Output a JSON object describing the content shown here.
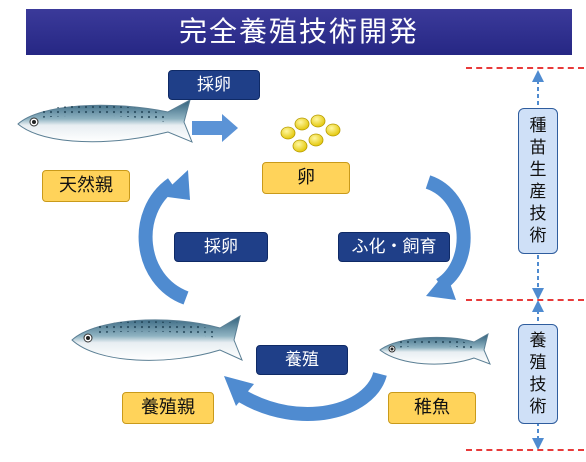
{
  "title": "完全養殖技術開発",
  "labels": {
    "saisan_top": "採卵",
    "wild_parent": "天然親",
    "egg": "卵",
    "saisan_left": "採卵",
    "hatch_feed": "ふ化・飼育",
    "culture": "養殖",
    "farmed_parent": "養殖親",
    "juvenile": "稚魚"
  },
  "side": {
    "seedling_chars": [
      "種",
      "苗",
      "生",
      "産",
      "技",
      "術"
    ],
    "culture_chars": [
      "養",
      "殖",
      "技",
      "術"
    ]
  },
  "colors": {
    "title_bg": "#2a2a8a",
    "navy_box": "#1f3f88",
    "gold_box": "#ffd35a",
    "side_box": "#cfe0f7",
    "arrow": "#4f8bd0",
    "dash": "#e83a3a"
  }
}
